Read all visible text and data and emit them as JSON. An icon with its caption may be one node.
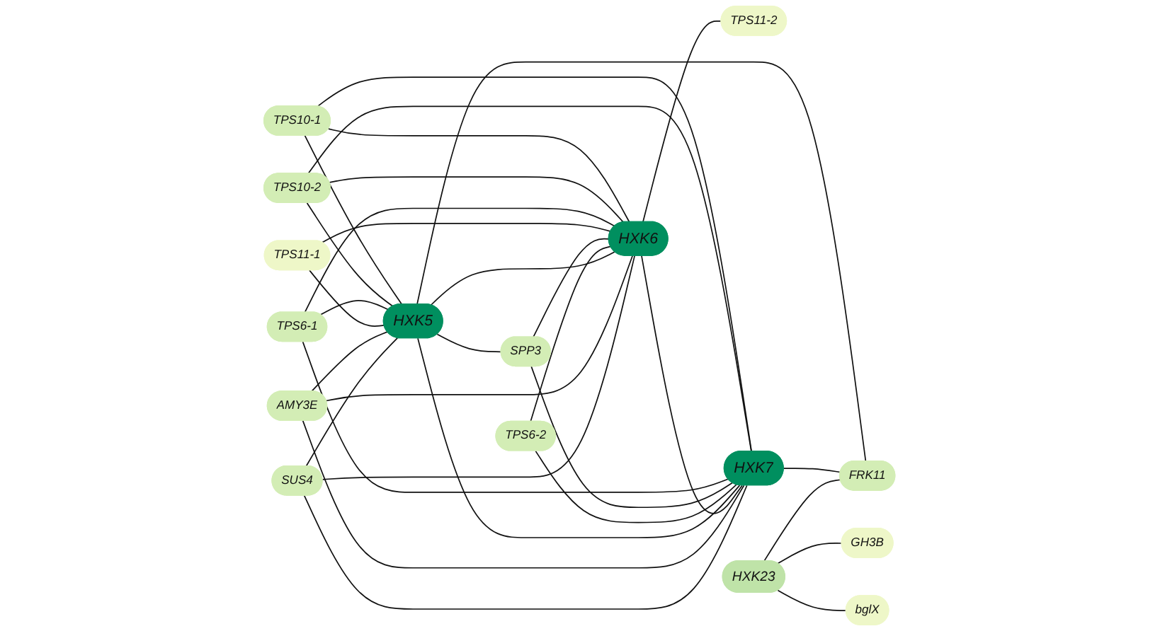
{
  "diagram": {
    "nodes": [
      {
        "text": [
          "TPS10-1"
        ]
      },
      {
        "text": [
          "TPS10-2"
        ]
      },
      {
        "text": [
          "TPS6-1"
        ]
      },
      {
        "text": [
          "HXK5"
        ]
      },
      {
        "text": [
          "SPP3"
        ]
      },
      {
        "text": [
          "TPS11-1"
        ]
      },
      {
        "text": [
          "TPS6-2"
        ]
      },
      {
        "text": [
          "AMY3E"
        ]
      },
      {
        "text": [
          "HXK6"
        ]
      },
      {
        "text": [
          "TPS11-2"
        ]
      },
      {
        "text": [
          "HXK7"
        ]
      },
      {
        "text": [
          "SUS4"
        ]
      },
      {
        "text": [
          "HXK23"
        ]
      },
      {
        "text": [
          "FRK11"
        ]
      },
      {
        "text": [
          "GH3B"
        ]
      },
      {
        "text": [
          "bglX"
        ]
      }
    ],
    "edges": [
      {
        "from": 0,
        "to": 3,
        "arrow": "none"
      },
      {
        "from": 0,
        "to": 8,
        "arrow": "none"
      },
      {
        "from": 0,
        "to": 10,
        "arrow": "none"
      },
      {
        "from": 1,
        "to": 3,
        "arrow": "none"
      },
      {
        "from": 1,
        "to": 8,
        "arrow": "none"
      },
      {
        "from": 1,
        "to": 10,
        "arrow": "none"
      },
      {
        "from": 2,
        "to": 3,
        "arrow": "none"
      },
      {
        "from": 2,
        "to": 8,
        "arrow": "none"
      },
      {
        "from": 2,
        "to": 10,
        "arrow": "none"
      },
      {
        "from": 3,
        "to": 4,
        "arrow": "none"
      },
      {
        "from": 5,
        "to": 3,
        "arrow": "none"
      },
      {
        "from": 5,
        "to": 8,
        "arrow": "none"
      },
      {
        "from": 4,
        "to": 8,
        "arrow": "none"
      },
      {
        "from": 4,
        "to": 10,
        "arrow": "none"
      },
      {
        "from": 6,
        "to": 8,
        "arrow": "none"
      },
      {
        "from": 6,
        "to": 10,
        "arrow": "none"
      },
      {
        "from": 3,
        "to": 8,
        "arrow": "none"
      },
      {
        "from": 3,
        "to": 10,
        "arrow": "none"
      },
      {
        "from": 8,
        "to": 10,
        "arrow": "none"
      },
      {
        "from": 7,
        "to": 3,
        "arrow": "none"
      },
      {
        "from": 7,
        "to": 8,
        "arrow": "none"
      },
      {
        "from": 7,
        "to": 10,
        "arrow": "none"
      },
      {
        "from": 8,
        "to": 9,
        "arrow": "none"
      },
      {
        "from": 11,
        "to": 3,
        "arrow": "none"
      },
      {
        "from": 11,
        "to": 8,
        "arrow": "none"
      },
      {
        "from": 11,
        "to": 10,
        "arrow": "none"
      },
      {
        "from": 3,
        "to": 13,
        "arrow": "none"
      },
      {
        "from": 10,
        "to": 13,
        "arrow": "none"
      },
      {
        "from": 12,
        "to": 13,
        "arrow": "none"
      },
      {
        "from": 12,
        "to": 14,
        "arrow": "none"
      },
      {
        "from": 12,
        "to": 15,
        "arrow": "none"
      }
    ]
  }
}
